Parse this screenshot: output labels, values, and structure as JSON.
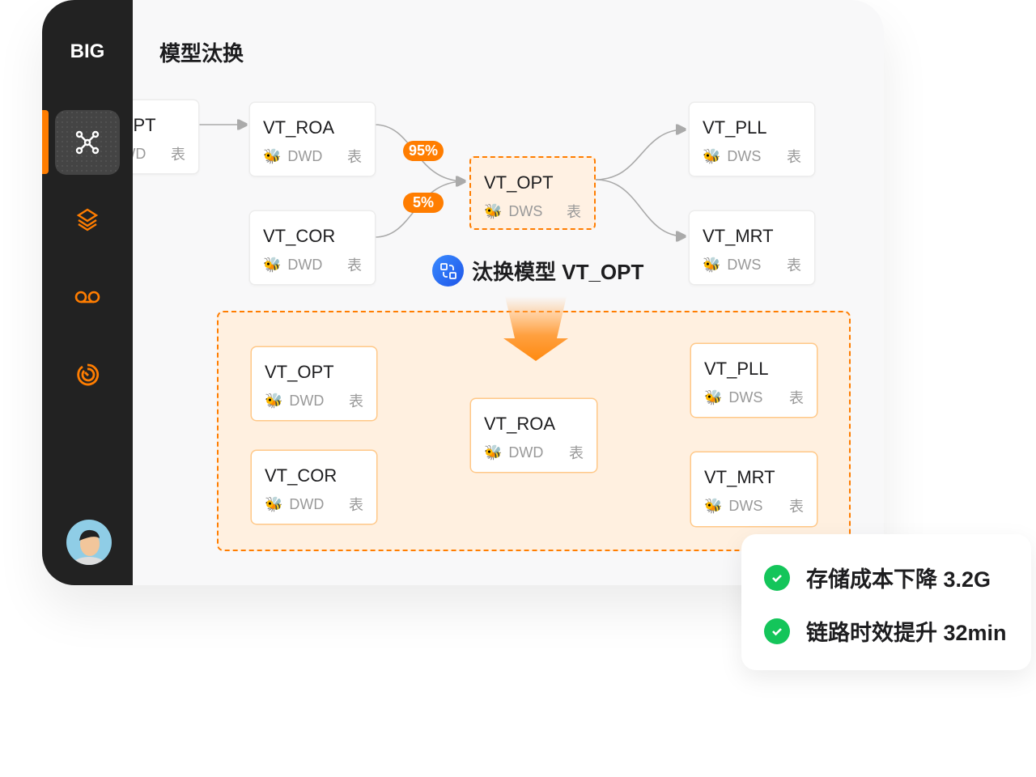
{
  "sidebar": {
    "logo": "BIG",
    "items": [
      {
        "icon": "network-icon",
        "active": true
      },
      {
        "icon": "layers-icon"
      },
      {
        "icon": "voicemail-icon"
      },
      {
        "icon": "radar-icon"
      }
    ],
    "avatar": "user-avatar"
  },
  "page": {
    "title": "模型汰换"
  },
  "table_suffix": "表",
  "top_graph": {
    "partial": {
      "name": "VT_OPT",
      "layer": "DWD"
    },
    "roa": {
      "name": "VT_ROA",
      "layer": "DWD"
    },
    "cor": {
      "name": "VT_COR",
      "layer": "DWD"
    },
    "opt": {
      "name": "VT_OPT",
      "layer": "DWS"
    },
    "pll": {
      "name": "VT_PLL",
      "layer": "DWS"
    },
    "mrt": {
      "name": "VT_MRT",
      "layer": "DWS"
    },
    "badge_roa": "95%",
    "badge_cor": "5%"
  },
  "retire_label": "汰换模型 VT_OPT",
  "bottom_graph": {
    "opt": {
      "name": "VT_OPT",
      "layer": "DWD"
    },
    "cor": {
      "name": "VT_COR",
      "layer": "DWD"
    },
    "roa": {
      "name": "VT_ROA",
      "layer": "DWD"
    },
    "pll": {
      "name": "VT_PLL",
      "layer": "DWS"
    },
    "mrt": {
      "name": "VT_MRT",
      "layer": "DWS"
    }
  },
  "results": [
    {
      "text": "存储成本下降 3.2G"
    },
    {
      "text": "链路时效提升 32min"
    }
  ],
  "colors": {
    "accent": "#ff7d00",
    "success": "#14c55a",
    "sidebar": "#222222",
    "blue": "#2a6cf6"
  }
}
